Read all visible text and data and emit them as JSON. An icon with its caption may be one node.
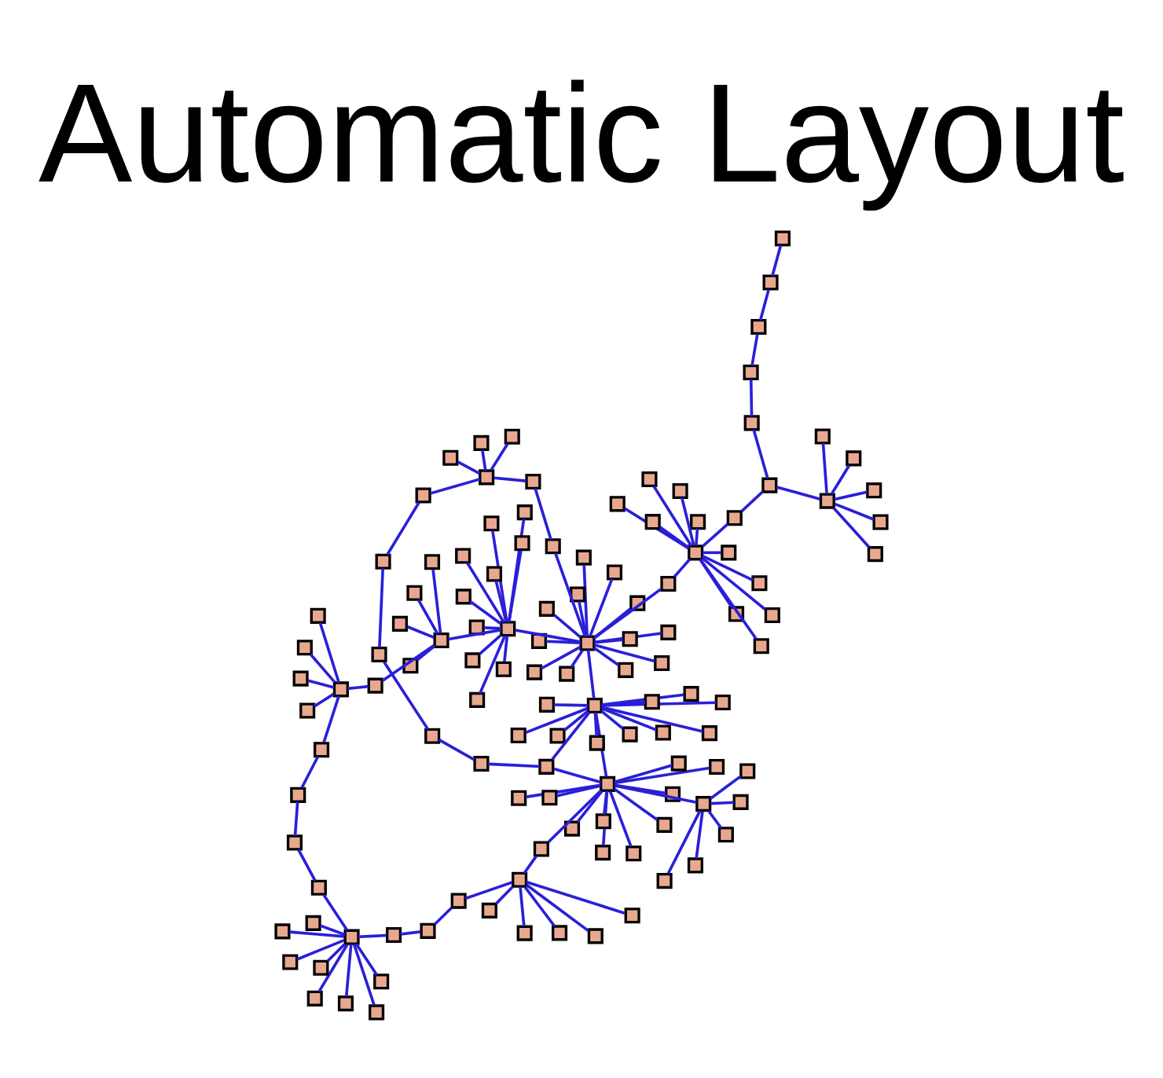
{
  "diagram": {
    "title": "Automatic Layout",
    "nodes": [
      {
        "text": [],
        "shape": "box"
      },
      {
        "text": [],
        "shape": "box"
      },
      {
        "text": [],
        "shape": "box"
      },
      {
        "text": [],
        "shape": "box"
      },
      {
        "text": [],
        "shape": "box"
      },
      {
        "text": [],
        "shape": "box"
      },
      {
        "text": [],
        "shape": "box"
      },
      {
        "text": [],
        "shape": "box"
      },
      {
        "text": [],
        "shape": "box"
      },
      {
        "text": [],
        "shape": "box"
      },
      {
        "text": [],
        "shape": "box"
      },
      {
        "text": [],
        "shape": "box"
      },
      {
        "text": [],
        "shape": "box"
      },
      {
        "text": [],
        "shape": "box"
      },
      {
        "text": [],
        "shape": "box"
      },
      {
        "text": [],
        "shape": "box"
      },
      {
        "text": [],
        "shape": "box"
      },
      {
        "text": [],
        "shape": "box"
      },
      {
        "text": [],
        "shape": "box"
      },
      {
        "text": [],
        "shape": "box"
      },
      {
        "text": [],
        "shape": "box"
      },
      {
        "text": [],
        "shape": "box"
      },
      {
        "text": [],
        "shape": "box"
      },
      {
        "text": [],
        "shape": "box"
      },
      {
        "text": [],
        "shape": "box"
      },
      {
        "text": [],
        "shape": "box"
      },
      {
        "text": [],
        "shape": "box"
      },
      {
        "text": [],
        "shape": "box"
      },
      {
        "text": [],
        "shape": "box"
      },
      {
        "text": [],
        "shape": "box"
      },
      {
        "text": [],
        "shape": "box"
      },
      {
        "text": [],
        "shape": "box"
      },
      {
        "text": [],
        "shape": "box"
      },
      {
        "text": [],
        "shape": "box"
      },
      {
        "text": [],
        "shape": "box"
      },
      {
        "text": [],
        "shape": "box"
      },
      {
        "text": [],
        "shape": "box"
      },
      {
        "text": [],
        "shape": "box"
      },
      {
        "text": [],
        "shape": "box"
      },
      {
        "text": [],
        "shape": "box"
      },
      {
        "text": [],
        "shape": "box"
      },
      {
        "text": [],
        "shape": "box"
      },
      {
        "text": [],
        "shape": "box"
      },
      {
        "text": [],
        "shape": "box"
      },
      {
        "text": [],
        "shape": "box"
      },
      {
        "text": [],
        "shape": "box"
      },
      {
        "text": [],
        "shape": "box"
      },
      {
        "text": [],
        "shape": "box"
      },
      {
        "text": [],
        "shape": "box"
      },
      {
        "text": [],
        "shape": "box"
      },
      {
        "text": [],
        "shape": "box"
      },
      {
        "text": [],
        "shape": "box"
      },
      {
        "text": [],
        "shape": "box"
      },
      {
        "text": [],
        "shape": "box"
      },
      {
        "text": [],
        "shape": "box"
      },
      {
        "text": [],
        "shape": "box"
      },
      {
        "text": [],
        "shape": "box"
      },
      {
        "text": [],
        "shape": "box"
      },
      {
        "text": [],
        "shape": "box"
      },
      {
        "text": [],
        "shape": "box"
      },
      {
        "text": [],
        "shape": "box"
      },
      {
        "text": [],
        "shape": "box"
      },
      {
        "text": [],
        "shape": "box"
      },
      {
        "text": [],
        "shape": "box"
      },
      {
        "text": [],
        "shape": "box"
      },
      {
        "text": [],
        "shape": "box"
      },
      {
        "text": [],
        "shape": "box"
      },
      {
        "text": [],
        "shape": "box"
      },
      {
        "text": [],
        "shape": "box"
      },
      {
        "text": [],
        "shape": "box"
      },
      {
        "text": [],
        "shape": "box"
      },
      {
        "text": [],
        "shape": "box"
      },
      {
        "text": [],
        "shape": "box"
      },
      {
        "text": [],
        "shape": "box"
      },
      {
        "text": [],
        "shape": "box"
      },
      {
        "text": [],
        "shape": "box"
      },
      {
        "text": [],
        "shape": "box"
      },
      {
        "text": [],
        "shape": "box"
      },
      {
        "text": [],
        "shape": "box"
      },
      {
        "text": [],
        "shape": "box"
      },
      {
        "text": [],
        "shape": "box"
      },
      {
        "text": [],
        "shape": "box"
      },
      {
        "text": [],
        "shape": "box"
      },
      {
        "text": [],
        "shape": "box"
      },
      {
        "text": [],
        "shape": "box"
      },
      {
        "text": [],
        "shape": "box"
      },
      {
        "text": [],
        "shape": "box"
      },
      {
        "text": [],
        "shape": "box"
      },
      {
        "text": [],
        "shape": "box"
      },
      {
        "text": [],
        "shape": "box"
      },
      {
        "text": [],
        "shape": "box"
      },
      {
        "text": [],
        "shape": "box"
      },
      {
        "text": [],
        "shape": "box"
      },
      {
        "text": [],
        "shape": "box"
      },
      {
        "text": [],
        "shape": "box"
      },
      {
        "text": [],
        "shape": "box"
      },
      {
        "text": [],
        "shape": "box"
      },
      {
        "text": [],
        "shape": "box"
      },
      {
        "text": [],
        "shape": "box"
      },
      {
        "text": [],
        "shape": "box"
      },
      {
        "text": [],
        "shape": "box"
      },
      {
        "text": [],
        "shape": "box"
      },
      {
        "text": [],
        "shape": "box"
      },
      {
        "text": [],
        "shape": "box"
      },
      {
        "text": [],
        "shape": "box"
      },
      {
        "text": [],
        "shape": "box"
      },
      {
        "text": [],
        "shape": "box"
      },
      {
        "text": [],
        "shape": "box"
      },
      {
        "text": [],
        "shape": "box"
      },
      {
        "text": [],
        "shape": "box"
      },
      {
        "text": [],
        "shape": "box"
      },
      {
        "text": [],
        "shape": "box"
      },
      {
        "text": [],
        "shape": "box"
      },
      {
        "text": [],
        "shape": "box"
      },
      {
        "text": [],
        "shape": "box"
      },
      {
        "text": [],
        "shape": "box"
      },
      {
        "text": [],
        "shape": "box"
      },
      {
        "text": [],
        "shape": "box"
      },
      {
        "text": [],
        "shape": "box"
      },
      {
        "text": [],
        "shape": "box"
      },
      {
        "text": [],
        "shape": "box"
      },
      {
        "text": [],
        "shape": "box"
      },
      {
        "text": [],
        "shape": "box"
      }
    ],
    "edges": [
      {
        "from": 0,
        "to": 1,
        "arrow": "none"
      },
      {
        "from": 0,
        "to": 2,
        "arrow": "none"
      },
      {
        "from": 0,
        "to": 3,
        "arrow": "none"
      },
      {
        "from": 0,
        "to": 4,
        "arrow": "none"
      },
      {
        "from": 0,
        "to": 5,
        "arrow": "none"
      },
      {
        "from": 0,
        "to": 6,
        "arrow": "none"
      },
      {
        "from": 0,
        "to": 7,
        "arrow": "none"
      },
      {
        "from": 0,
        "to": 8,
        "arrow": "none"
      },
      {
        "from": 0,
        "to": 9,
        "arrow": "none"
      },
      {
        "from": 0,
        "to": 10,
        "arrow": "none"
      },
      {
        "from": 11,
        "to": 0,
        "arrow": "none"
      },
      {
        "from": 11,
        "to": 12,
        "arrow": "none"
      },
      {
        "from": 11,
        "to": 13,
        "arrow": "none"
      },
      {
        "from": 11,
        "to": 14,
        "arrow": "none"
      },
      {
        "from": 11,
        "to": 15,
        "arrow": "none"
      },
      {
        "from": 11,
        "to": 16,
        "arrow": "none"
      },
      {
        "from": 11,
        "to": 17,
        "arrow": "none"
      },
      {
        "from": 11,
        "to": 18,
        "arrow": "none"
      },
      {
        "from": 11,
        "to": 19,
        "arrow": "none"
      },
      {
        "from": 11,
        "to": 20,
        "arrow": "none"
      },
      {
        "from": 11,
        "to": 21,
        "arrow": "none"
      },
      {
        "from": 22,
        "to": 11,
        "arrow": "none"
      },
      {
        "from": 22,
        "to": 23,
        "arrow": "none"
      },
      {
        "from": 22,
        "to": 24,
        "arrow": "none"
      },
      {
        "from": 22,
        "to": 25,
        "arrow": "none"
      },
      {
        "from": 22,
        "to": 26,
        "arrow": "none"
      },
      {
        "from": 22,
        "to": 27,
        "arrow": "none"
      },
      {
        "from": 22,
        "to": 28,
        "arrow": "none"
      },
      {
        "from": 22,
        "to": 29,
        "arrow": "none"
      },
      {
        "from": 22,
        "to": 30,
        "arrow": "none"
      },
      {
        "from": 22,
        "to": 31,
        "arrow": "none"
      },
      {
        "from": 22,
        "to": 32,
        "arrow": "none"
      },
      {
        "from": 22,
        "to": 33,
        "arrow": "none"
      },
      {
        "from": 22,
        "to": 34,
        "arrow": "none"
      },
      {
        "from": 36,
        "to": 22,
        "arrow": "none"
      },
      {
        "from": 35,
        "to": 36,
        "arrow": "none"
      },
      {
        "from": 35,
        "to": 37,
        "arrow": "none"
      },
      {
        "from": 35,
        "to": 38,
        "arrow": "none"
      },
      {
        "from": 35,
        "to": 39,
        "arrow": "none"
      },
      {
        "from": 35,
        "to": 40,
        "arrow": "none"
      },
      {
        "from": 35,
        "to": 41,
        "arrow": "none"
      },
      {
        "from": 35,
        "to": 42,
        "arrow": "none"
      },
      {
        "from": 35,
        "to": 43,
        "arrow": "none"
      },
      {
        "from": 35,
        "to": 44,
        "arrow": "none"
      },
      {
        "from": 35,
        "to": 45,
        "arrow": "none"
      },
      {
        "from": 35,
        "to": 46,
        "arrow": "none"
      },
      {
        "from": 47,
        "to": 35,
        "arrow": "none"
      },
      {
        "from": 48,
        "to": 47,
        "arrow": "none"
      },
      {
        "from": 49,
        "to": 48,
        "arrow": "none"
      },
      {
        "from": 49,
        "to": 50,
        "arrow": "none"
      },
      {
        "from": 49,
        "to": 51,
        "arrow": "none"
      },
      {
        "from": 49,
        "to": 52,
        "arrow": "none"
      },
      {
        "from": 49,
        "to": 53,
        "arrow": "none"
      },
      {
        "from": 49,
        "to": 54,
        "arrow": "none"
      },
      {
        "from": 55,
        "to": 48,
        "arrow": "none"
      },
      {
        "from": 56,
        "to": 55,
        "arrow": "none"
      },
      {
        "from": 57,
        "to": 56,
        "arrow": "none"
      },
      {
        "from": 58,
        "to": 57,
        "arrow": "none"
      },
      {
        "from": 59,
        "to": 58,
        "arrow": "none"
      },
      {
        "from": 60,
        "to": 22,
        "arrow": "none"
      },
      {
        "from": 60,
        "to": 61,
        "arrow": "none"
      },
      {
        "from": 60,
        "to": 62,
        "arrow": "none"
      },
      {
        "from": 60,
        "to": 63,
        "arrow": "none"
      },
      {
        "from": 60,
        "to": 64,
        "arrow": "none"
      },
      {
        "from": 60,
        "to": 65,
        "arrow": "none"
      },
      {
        "from": 60,
        "to": 66,
        "arrow": "none"
      },
      {
        "from": 60,
        "to": 67,
        "arrow": "none"
      },
      {
        "from": 60,
        "to": 68,
        "arrow": "none"
      },
      {
        "from": 60,
        "to": 69,
        "arrow": "none"
      },
      {
        "from": 60,
        "to": 70,
        "arrow": "none"
      },
      {
        "from": 71,
        "to": 60,
        "arrow": "none"
      },
      {
        "from": 71,
        "to": 72,
        "arrow": "none"
      },
      {
        "from": 71,
        "to": 73,
        "arrow": "none"
      },
      {
        "from": 71,
        "to": 74,
        "arrow": "none"
      },
      {
        "from": 71,
        "to": 75,
        "arrow": "none"
      },
      {
        "from": 76,
        "to": 71,
        "arrow": "none"
      },
      {
        "from": 77,
        "to": 76,
        "arrow": "none"
      },
      {
        "from": 77,
        "to": 78,
        "arrow": "none"
      },
      {
        "from": 77,
        "to": 79,
        "arrow": "none"
      },
      {
        "from": 77,
        "to": 80,
        "arrow": "none"
      },
      {
        "from": 77,
        "to": 81,
        "arrow": "none"
      },
      {
        "from": 82,
        "to": 77,
        "arrow": "none"
      },
      {
        "from": 83,
        "to": 82,
        "arrow": "none"
      },
      {
        "from": 84,
        "to": 83,
        "arrow": "none"
      },
      {
        "from": 85,
        "to": 84,
        "arrow": "none"
      },
      {
        "from": 86,
        "to": 85,
        "arrow": "none"
      },
      {
        "from": 86,
        "to": 87,
        "arrow": "none"
      },
      {
        "from": 86,
        "to": 88,
        "arrow": "none"
      },
      {
        "from": 86,
        "to": 89,
        "arrow": "none"
      },
      {
        "from": 86,
        "to": 90,
        "arrow": "none"
      },
      {
        "from": 86,
        "to": 91,
        "arrow": "none"
      },
      {
        "from": 86,
        "to": 92,
        "arrow": "none"
      },
      {
        "from": 86,
        "to": 93,
        "arrow": "none"
      },
      {
        "from": 86,
        "to": 94,
        "arrow": "none"
      },
      {
        "from": 95,
        "to": 86,
        "arrow": "none"
      },
      {
        "from": 96,
        "to": 95,
        "arrow": "none"
      },
      {
        "from": 97,
        "to": 96,
        "arrow": "none"
      },
      {
        "from": 98,
        "to": 97,
        "arrow": "none"
      },
      {
        "from": 98,
        "to": 99,
        "arrow": "none"
      },
      {
        "from": 98,
        "to": 100,
        "arrow": "none"
      },
      {
        "from": 98,
        "to": 101,
        "arrow": "none"
      },
      {
        "from": 98,
        "to": 102,
        "arrow": "none"
      },
      {
        "from": 98,
        "to": 103,
        "arrow": "none"
      },
      {
        "from": 104,
        "to": 98,
        "arrow": "none"
      },
      {
        "from": 104,
        "to": 0,
        "arrow": "none"
      },
      {
        "from": 105,
        "to": 0,
        "arrow": "none"
      },
      {
        "from": 105,
        "to": 106,
        "arrow": "none"
      },
      {
        "from": 105,
        "to": 107,
        "arrow": "none"
      },
      {
        "from": 105,
        "to": 108,
        "arrow": "none"
      },
      {
        "from": 105,
        "to": 109,
        "arrow": "none"
      },
      {
        "from": 105,
        "to": 110,
        "arrow": "none"
      },
      {
        "from": 111,
        "to": 22,
        "arrow": "none"
      },
      {
        "from": 112,
        "to": 111,
        "arrow": "none"
      },
      {
        "from": 113,
        "to": 112,
        "arrow": "none"
      },
      {
        "from": 113,
        "to": 114,
        "arrow": "none"
      },
      {
        "from": 113,
        "to": 115,
        "arrow": "none"
      },
      {
        "from": 113,
        "to": 116,
        "arrow": "none"
      },
      {
        "from": 122,
        "to": 0,
        "arrow": "none"
      },
      {
        "from": 122,
        "to": 11,
        "arrow": "none"
      },
      {
        "from": 117,
        "to": 122,
        "arrow": "none"
      },
      {
        "from": 118,
        "to": 117,
        "arrow": "none"
      },
      {
        "from": 119,
        "to": 118,
        "arrow": "none"
      },
      {
        "from": 120,
        "to": 119,
        "arrow": "none"
      },
      {
        "from": 121,
        "to": 120,
        "arrow": "none"
      },
      {
        "from": 113,
        "to": 121,
        "arrow": "none"
      }
    ]
  }
}
